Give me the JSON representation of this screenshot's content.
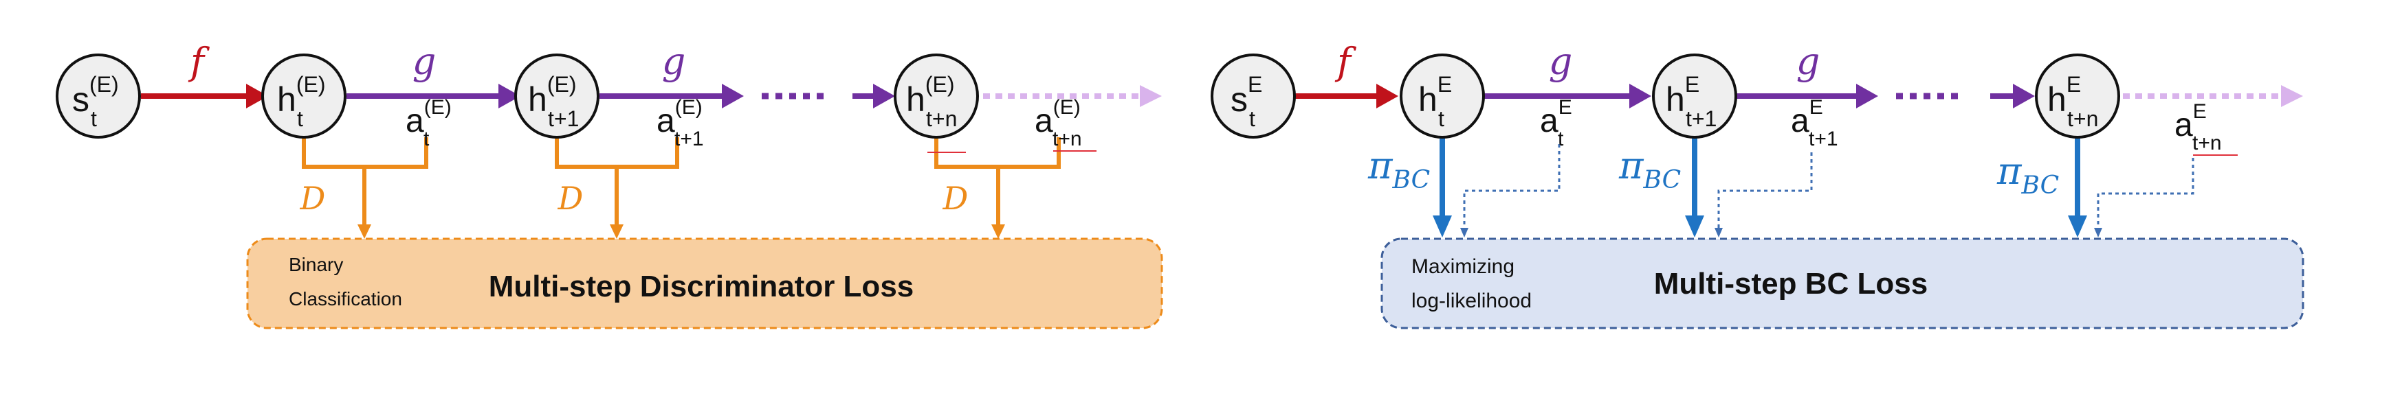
{
  "colors": {
    "red": "#c0121b",
    "purple": "#7030a0",
    "purple_light": "#d9b3ec",
    "orange": "#ed8b1a",
    "blue": "#1f74c4",
    "blue_dotted": "#3f6fb3",
    "orange_box_fill": "#f8cfa0",
    "orange_box_stroke": "#ed8b1a",
    "blue_box_fill": "#dbe3f3",
    "blue_box_stroke": "#3d5f9a",
    "node_fill": "#efefef",
    "node_stroke": "#111111"
  },
  "left_panel": {
    "state_node": {
      "base": "s",
      "sup": "(E)",
      "sub": "t"
    },
    "hidden_nodes": [
      {
        "base": "h",
        "sup": "(E)",
        "sub": "t"
      },
      {
        "base": "h",
        "sup": "(E)",
        "sub": "t+1"
      },
      {
        "base": "h",
        "sup": "(E)",
        "sub": "t+n"
      }
    ],
    "actions": [
      {
        "base": "a",
        "sup": "(E)",
        "sub": "t"
      },
      {
        "base": "a",
        "sup": "(E)",
        "sub": "t+1"
      },
      {
        "base": "a",
        "sup": "(E)",
        "sub": "t+n"
      }
    ],
    "f_label": "f",
    "g_labels": [
      "g",
      "g"
    ],
    "d_labels": [
      "D",
      "D",
      "D"
    ],
    "box": {
      "title": "Multi-step Discriminator Loss",
      "sublabel_line1": "Binary",
      "sublabel_line2": "Classification"
    }
  },
  "right_panel": {
    "state_node": {
      "base": "s",
      "sup": "E",
      "sub": "t"
    },
    "hidden_nodes": [
      {
        "base": "h",
        "sup": "E",
        "sub": "t"
      },
      {
        "base": "h",
        "sup": "E",
        "sub": "t+1"
      },
      {
        "base": "h",
        "sup": "E",
        "sub": "t+n"
      }
    ],
    "actions": [
      {
        "base": "a",
        "sup": "E",
        "sub": "t"
      },
      {
        "base": "a",
        "sup": "E",
        "sub": "t+1"
      },
      {
        "base": "a",
        "sup": "E",
        "sub": "t+n"
      }
    ],
    "f_label": "f",
    "g_labels": [
      "g",
      "g"
    ],
    "pi_labels": [
      {
        "base": "π",
        "sub": "BC"
      },
      {
        "base": "π",
        "sub": "BC"
      },
      {
        "base": "π",
        "sub": "BC"
      }
    ],
    "box": {
      "title": "Multi-step BC Loss",
      "sublabel_line1": "Maximizing",
      "sublabel_line2": "log-likelihood"
    }
  }
}
